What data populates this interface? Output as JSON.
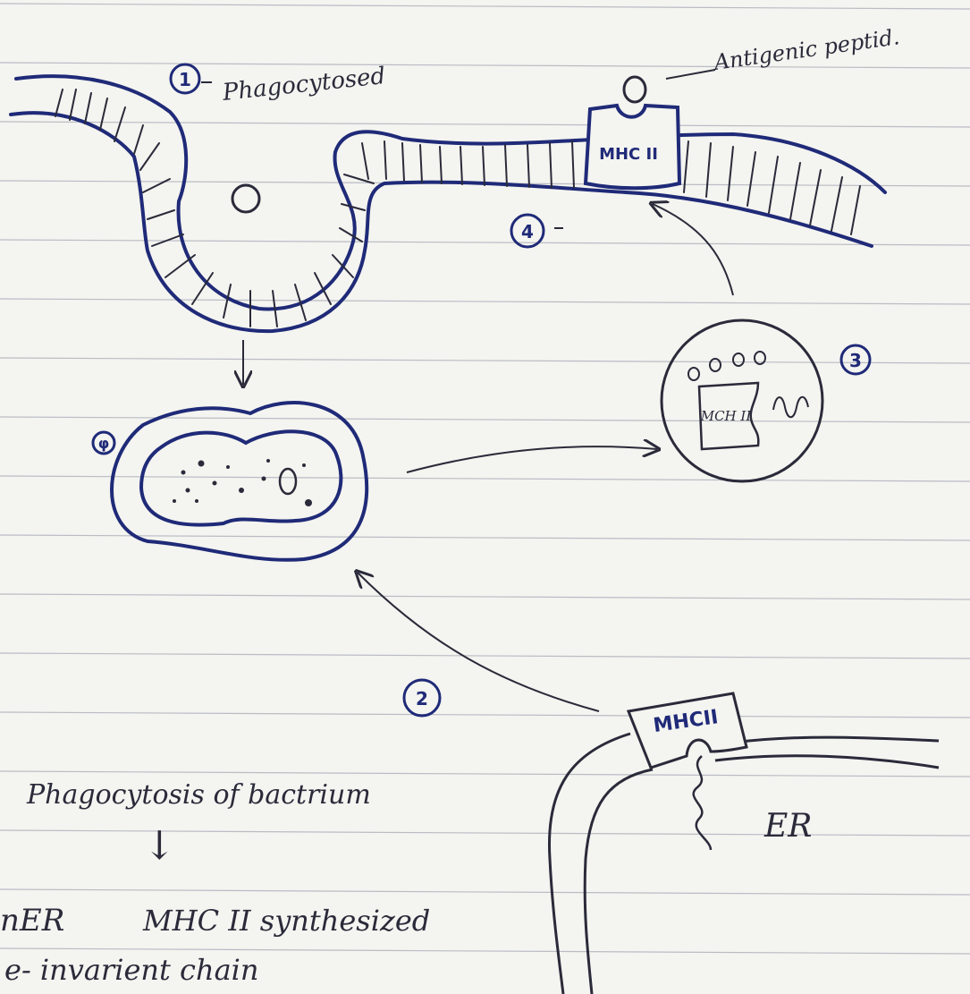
{
  "diagram": {
    "colors": {
      "paper": "#f4f4f0",
      "rule_line": "#b9bcc4",
      "blue_ink": "#1f2a78",
      "black_ink": "#2a2a3a"
    },
    "labels": {
      "step1_number": "1",
      "step1_text": "Phagocytosed",
      "antigenic_peptide": "Antigenic peptid.",
      "mhc_on_membrane": "MHC II",
      "step4_number": "4",
      "step3_number": "3",
      "vesicle_mhc": "MCH II",
      "step_phagolysosome_mark": "φ",
      "step2_number": "2",
      "er_mhc": "MHCII",
      "er_label": "ER"
    },
    "notes": {
      "line1": "Phagocytosis of bactrium",
      "arrow": "↓",
      "line2_prefix": "nER",
      "line2_text": "MHC II synthesized",
      "line3": "e- invarient chain"
    }
  }
}
